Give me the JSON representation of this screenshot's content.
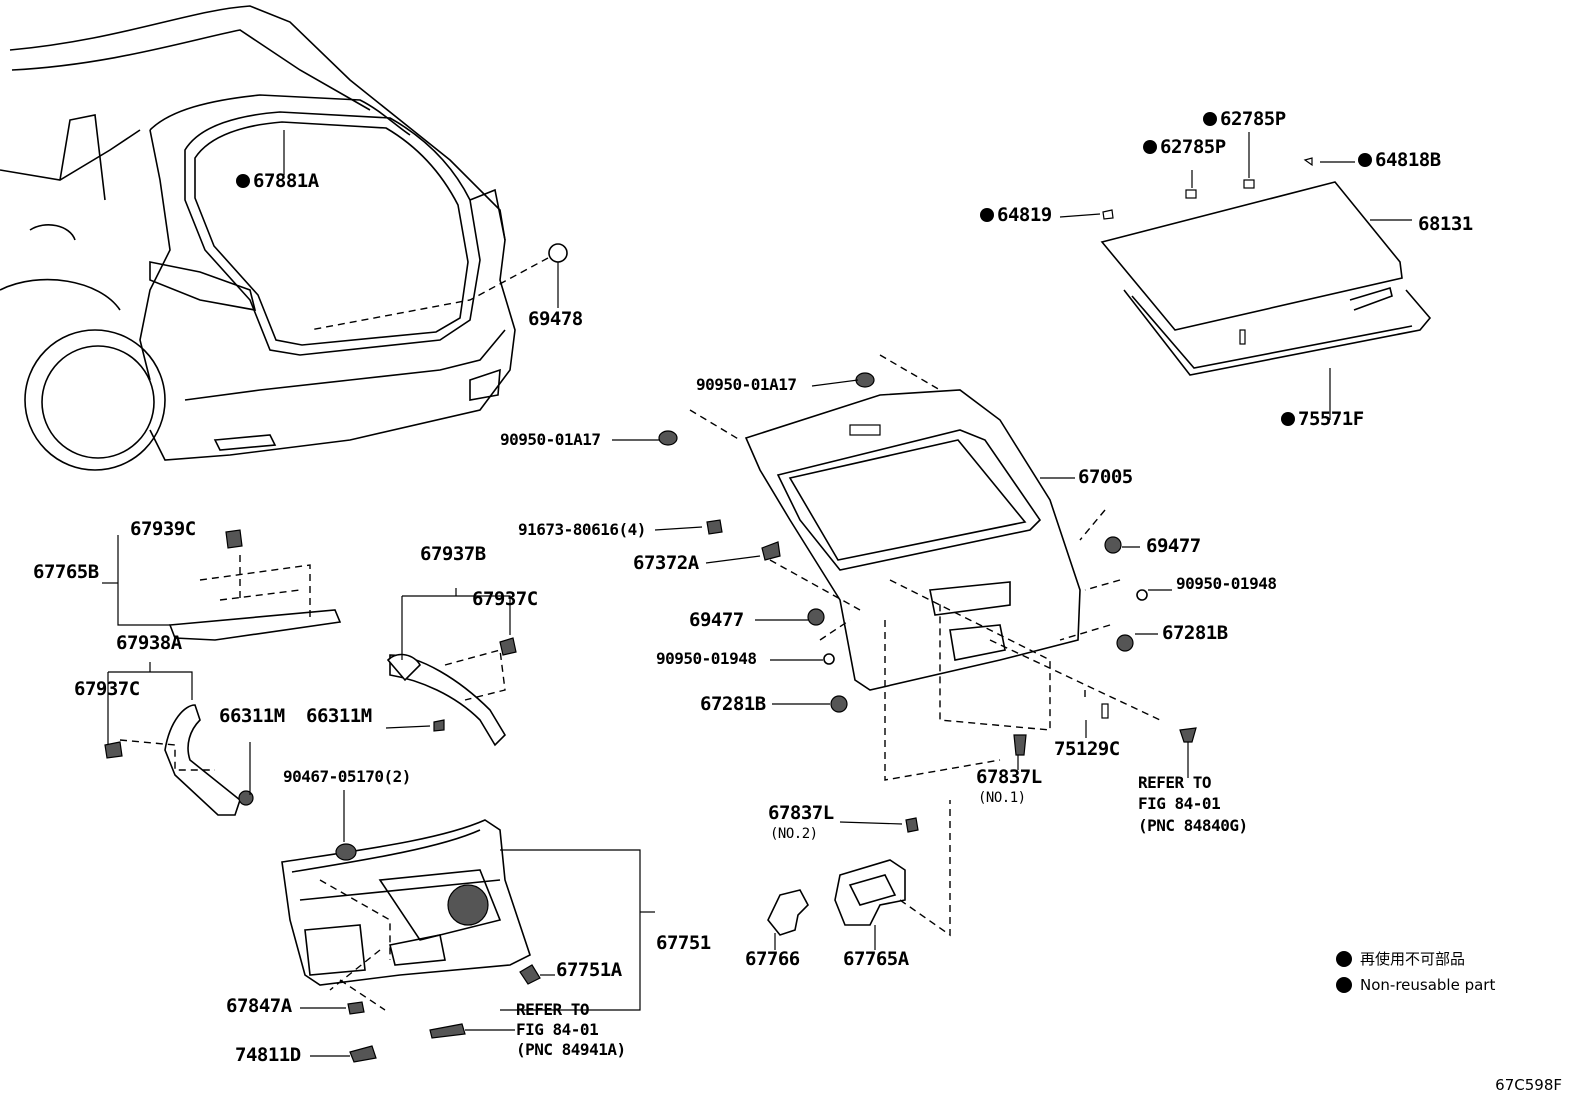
{
  "labels": {
    "p67881A": "67881A",
    "p69478": "69478",
    "p62785P_top": "62785P",
    "p62785P": "62785P",
    "p64818B": "64818B",
    "p64819": "64819",
    "p68131": "68131",
    "p75571F": "75571F",
    "p909501A17_top": "90950-01A17",
    "p909501A17": "90950-01A17",
    "p67005": "67005",
    "p9167380616": "91673-80616(4)",
    "p67372A": "67372A",
    "p69477_right": "69477",
    "p9095001948_right": "90950-01948",
    "p69477_left": "69477",
    "p67281B_right": "67281B",
    "p9095001948_left": "90950-01948",
    "p67281B_left": "67281B",
    "p67939C": "67939C",
    "p67765B": "67765B",
    "p67937B": "67937B",
    "p67937C_right": "67937C",
    "p67938A": "67938A",
    "p67937C_left": "67937C",
    "p66311M_a": "66311M",
    "p66311M_b": "66311M",
    "p9046705170": "90467-05170(2)",
    "p75129C": "75129C",
    "p67837L_no1": "67837L",
    "no1": "(NO.1)",
    "p67837L_no2": "67837L",
    "no2": "(NO.2)",
    "refer1_line1": "REFER TO",
    "refer1_line2": "FIG 84-01",
    "refer1_line3": "(PNC 84840G)",
    "p67751": "67751",
    "p67751A": "67751A",
    "p67766": "67766",
    "p67765A": "67765A",
    "p67847A": "67847A",
    "p74811D": "74811D",
    "refer2_line1": "REFER TO",
    "refer2_line2": "FIG 84-01",
    "refer2_line3": "(PNC 84941A)"
  },
  "legend": {
    "jp": "再使用不可部品",
    "en": "Non-reusable part"
  },
  "figure_id": "67C598F"
}
